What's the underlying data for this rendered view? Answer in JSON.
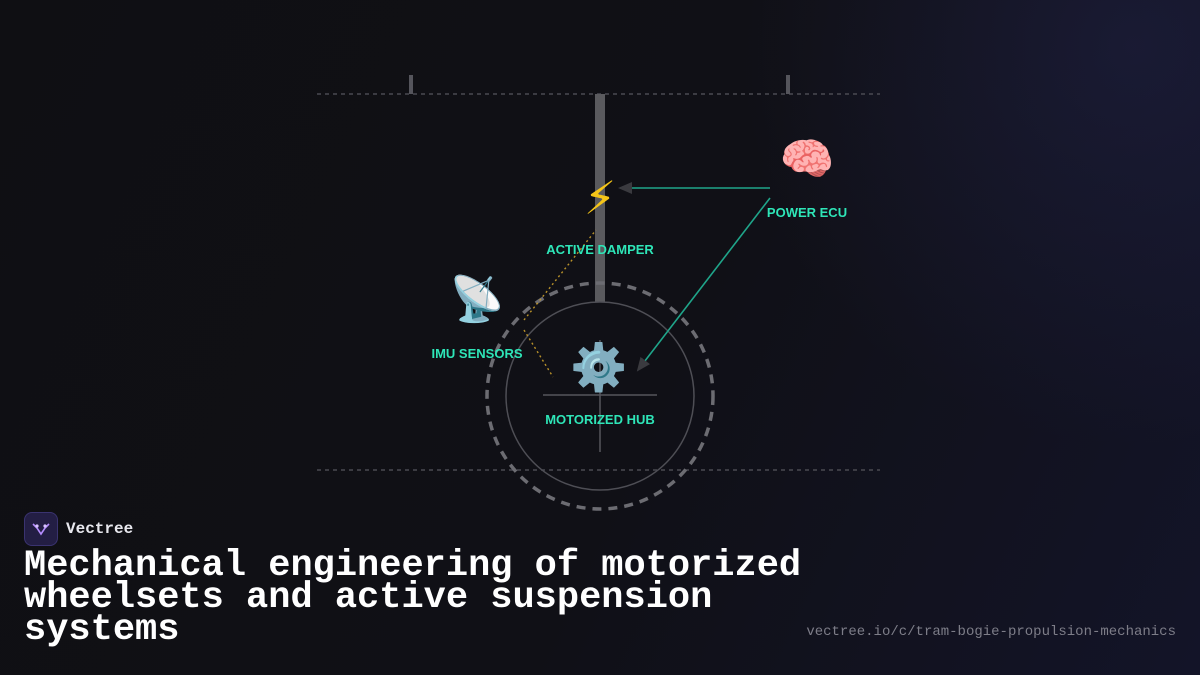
{
  "diagram": {
    "nodes": {
      "power_ecu": {
        "label": "POWER ECU",
        "icon": "brain-icon",
        "glyph": "🧠"
      },
      "active_damper": {
        "label": "ACTIVE DAMPER",
        "icon": "lightning-bolt-icon",
        "glyph": "⚡"
      },
      "imu_sensors": {
        "label": "IMU SENSORS",
        "icon": "satellite-antenna-icon",
        "glyph": "📡"
      },
      "motorized_hub": {
        "label": "MOTORIZED HUB",
        "icon": "gear-icon",
        "glyph": "⚙️"
      }
    },
    "edges": [
      {
        "from": "POWER ECU",
        "to": "ACTIVE DAMPER",
        "style": "solid",
        "color": "#1fa58a"
      },
      {
        "from": "POWER ECU",
        "to": "MOTORIZED HUB",
        "style": "solid",
        "color": "#1fa58a"
      },
      {
        "from": "IMU SENSORS",
        "to": "ACTIVE DAMPER",
        "style": "dotted",
        "color": "#b8912a"
      },
      {
        "from": "IMU SENSORS",
        "to": "MOTORIZED HUB",
        "style": "dotted",
        "color": "#b8912a"
      }
    ]
  },
  "brand": {
    "name": "Vectree"
  },
  "title": "Mechanical engineering of motorized wheelsets and active suspension systems",
  "url": "vectree.io/c/tram-bogie-propulsion-mechanics",
  "colors": {
    "label": "#2ee6b8",
    "accent_line": "#1fa58a",
    "sensor_line": "#b8912a",
    "background": "#0f0f14"
  }
}
